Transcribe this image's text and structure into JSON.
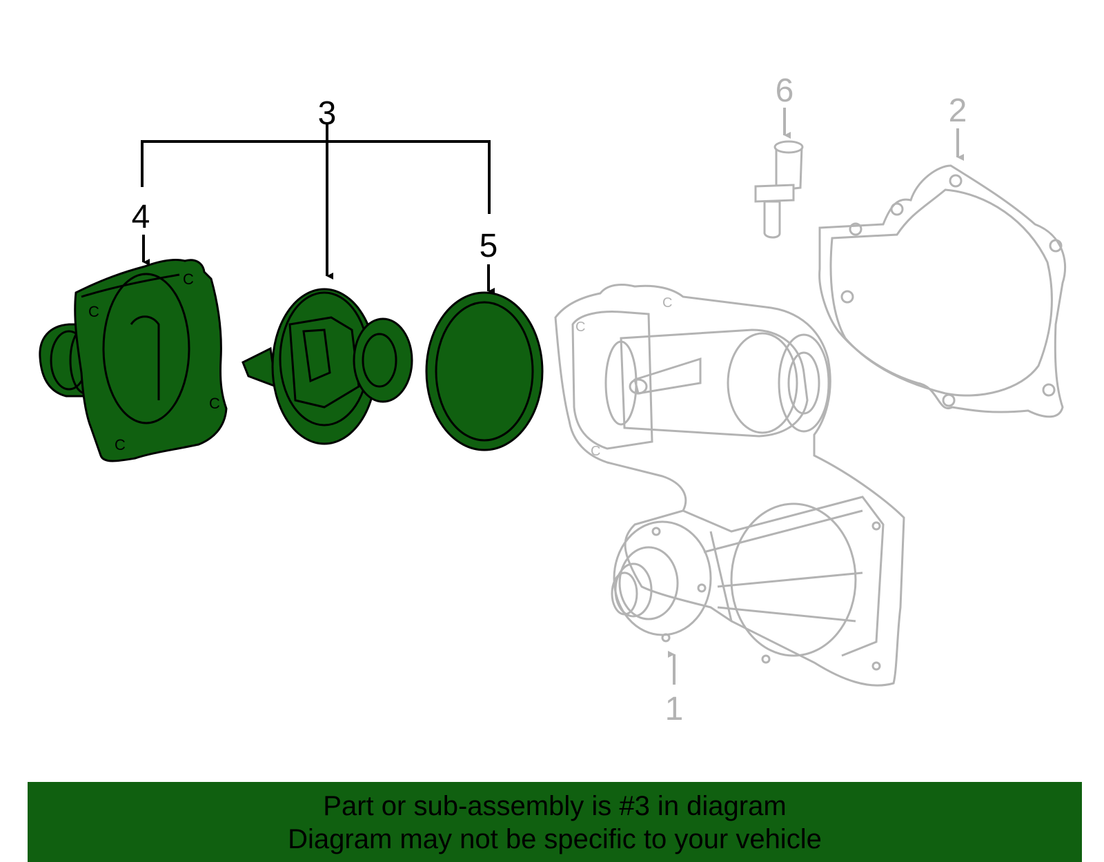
{
  "callouts": {
    "c1": "1",
    "c2": "2",
    "c3": "3",
    "c4": "4",
    "c5": "5",
    "c6": "6"
  },
  "banner": {
    "line1": "Part or sub-assembly is #3 in diagram",
    "line2": "Diagram may not be specific to your vehicle"
  },
  "colors": {
    "highlight": "#106010",
    "faded": "#b3b3b3",
    "ink": "#000000"
  }
}
